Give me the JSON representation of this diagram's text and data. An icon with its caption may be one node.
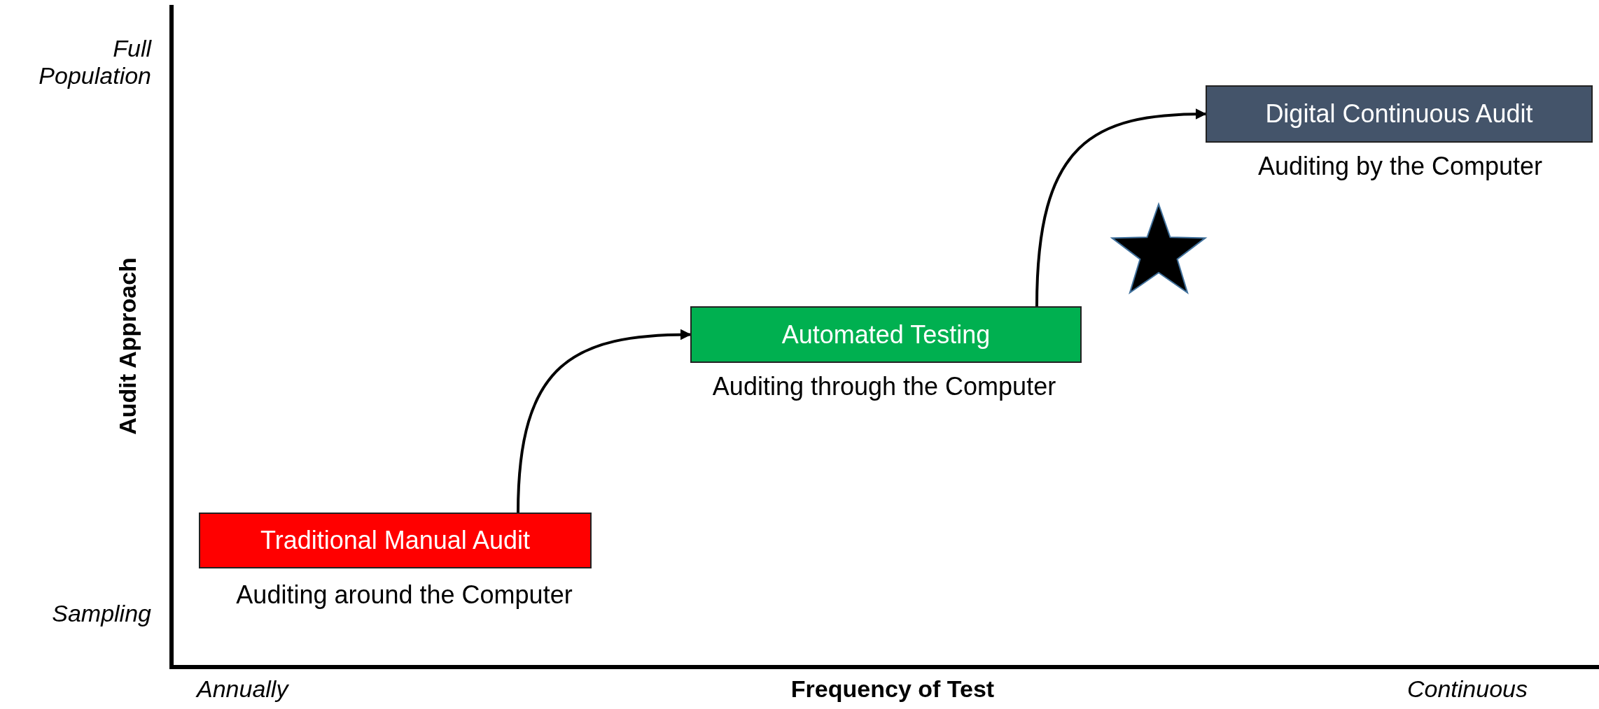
{
  "diagram": {
    "nodes": [
      {
        "text": [
          "Traditional Manual Audit"
        ],
        "beside": [
          "Auditing around the Computer"
        ]
      },
      {
        "text": [
          "Automated Testing"
        ],
        "beside": [
          "Auditing through the Computer"
        ]
      },
      {
        "text": [
          "Digital Continuous Audit"
        ],
        "beside": [
          "Auditing by the Computer"
        ]
      }
    ],
    "edges": [
      {
        "from": 0,
        "to": 1,
        "arrow": "to"
      },
      {
        "from": 1,
        "to": 2,
        "arrow": "to"
      }
    ],
    "labels": [
      "Full Population",
      "Audit Approach",
      "Sampling",
      "Annually",
      "Frequency of Test",
      "Continuous"
    ]
  }
}
